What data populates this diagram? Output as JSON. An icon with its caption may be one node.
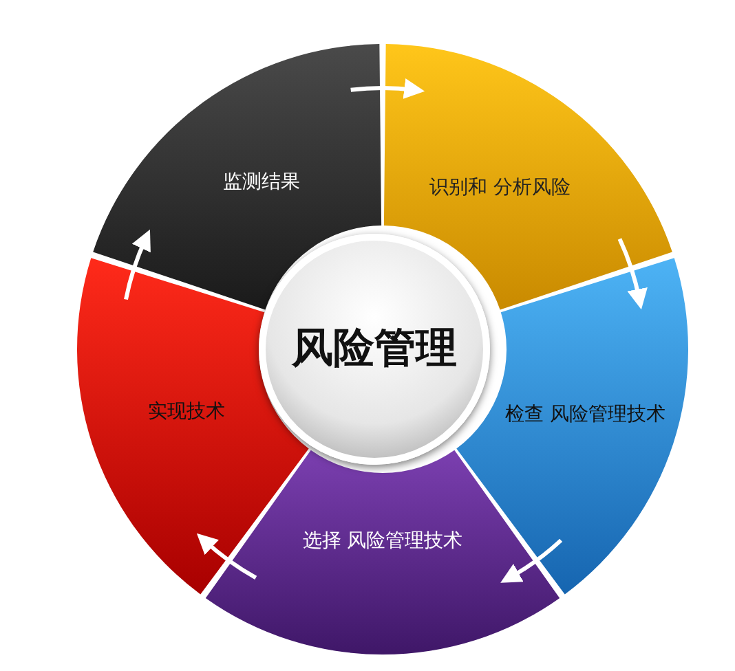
{
  "diagram": {
    "nodes": [
      {
        "text": [
          "风险管理"
        ]
      },
      {
        "text": [
          "识别和 分析风险"
        ]
      },
      {
        "text": [
          "检查 风险管理技术"
        ]
      },
      {
        "text": [
          "选择 风险管理技术"
        ]
      },
      {
        "text": [
          "实现技术"
        ]
      },
      {
        "text": [
          "监测结果"
        ]
      }
    ],
    "edges": [
      {
        "from": 1,
        "to": 2,
        "arrow": "to"
      },
      {
        "from": 2,
        "to": 3,
        "arrow": "to"
      },
      {
        "from": 3,
        "to": 4,
        "arrow": "to"
      },
      {
        "from": 4,
        "to": 5,
        "arrow": "to"
      },
      {
        "from": 5,
        "to": 1,
        "arrow": "to"
      }
    ]
  }
}
